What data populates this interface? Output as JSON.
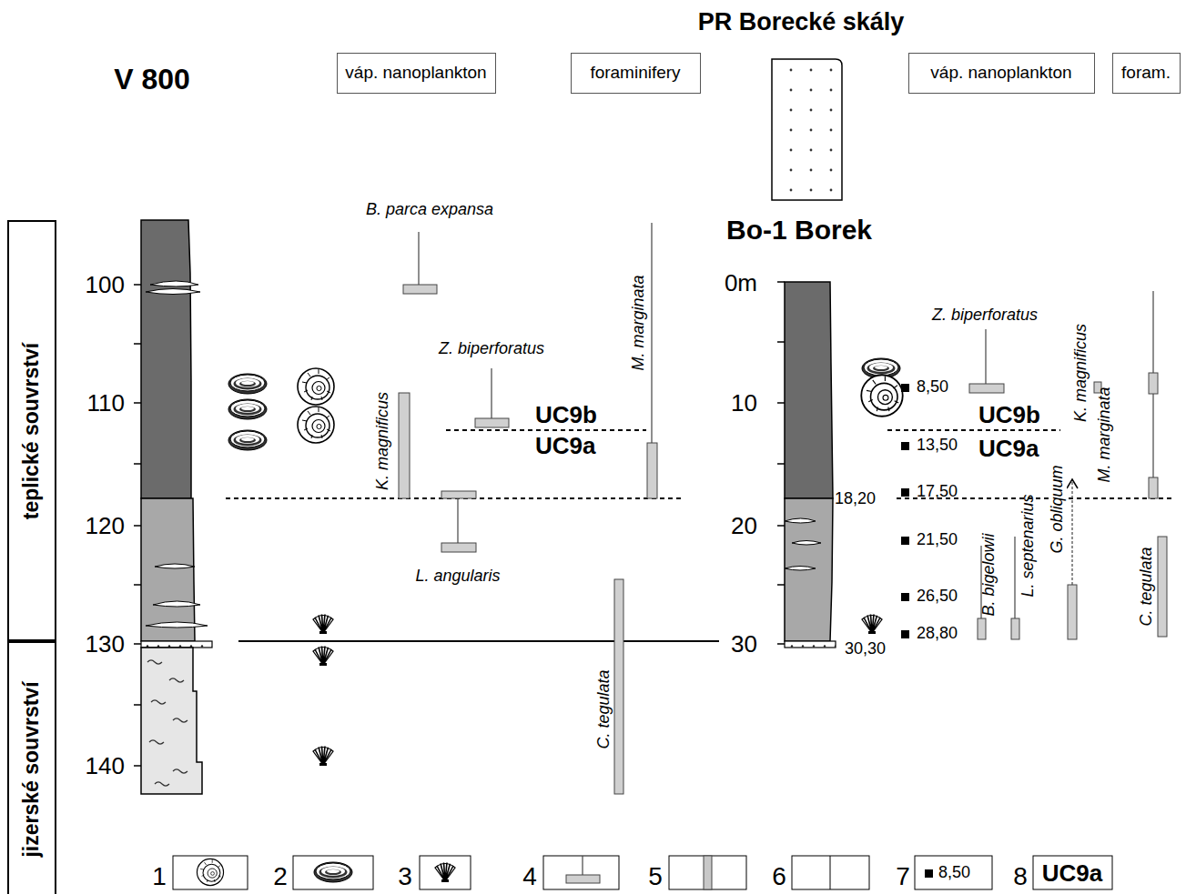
{
  "diagram": {
    "nodes": [
      {
        "text": [
          "teplické souvrství"
        ]
      },
      {
        "text": [
          "jizerské souvrství"
        ]
      },
      {
        "text": [
          "váp. nanoplankton"
        ]
      },
      {
        "text": [
          "foraminifery"
        ]
      },
      {
        "text": [
          "váp. nanoplankton"
        ]
      },
      {
        "text": [
          "foram."
        ]
      }
    ],
    "labels": [
      "PR Borecké skály",
      "V 800",
      "Bo-1 Borek",
      "100",
      "110",
      "120",
      "130",
      "140",
      "B. parca expansa",
      "Z. biperforatus",
      "UC9b",
      "UC9a",
      "K. magnificus",
      "L. angularis",
      "M. marginata",
      "C. tegulata",
      "0m",
      "10",
      "20",
      "30",
      "Z. biperforatus",
      "UC9b",
      "UC9a",
      "K. magnificus",
      "M. marginata",
      "18,20",
      "30,30",
      "8,50",
      "13,50",
      "17,50",
      "21,50",
      "26,50",
      "28,80",
      "B. bigelowii",
      "L. septenarius",
      "G. obliquum",
      "C. tegulata",
      "8,50",
      "UC9a"
    ],
    "legend": [
      {
        "text": "1"
      },
      {
        "text": "2"
      },
      {
        "text": "3"
      },
      {
        "text": "4"
      },
      {
        "text": "5"
      },
      {
        "text": "6"
      },
      {
        "text": "7"
      },
      {
        "text": "8"
      }
    ]
  }
}
